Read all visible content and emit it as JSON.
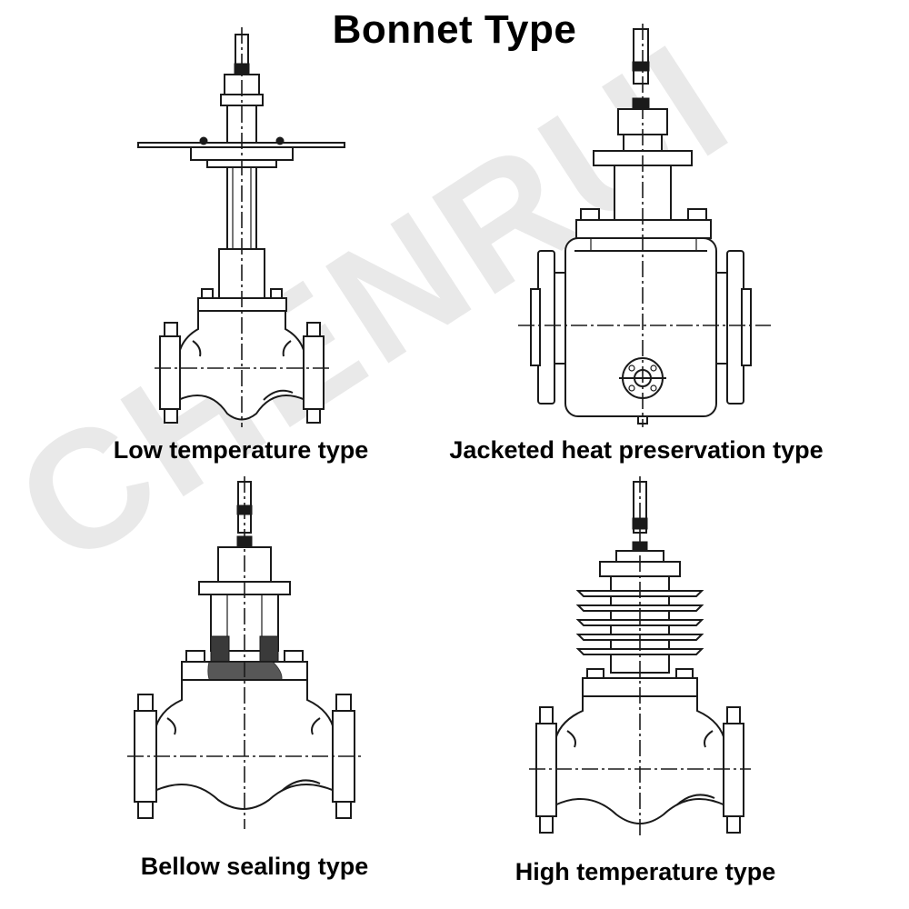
{
  "title": "Bonnet Type",
  "watermark": "CHENRUI",
  "captions": {
    "low_temperature": "Low temperature type",
    "jacketed": "Jacketed heat preservation type",
    "bellow": "Bellow sealing type",
    "high_temperature": "High temperature type"
  }
}
